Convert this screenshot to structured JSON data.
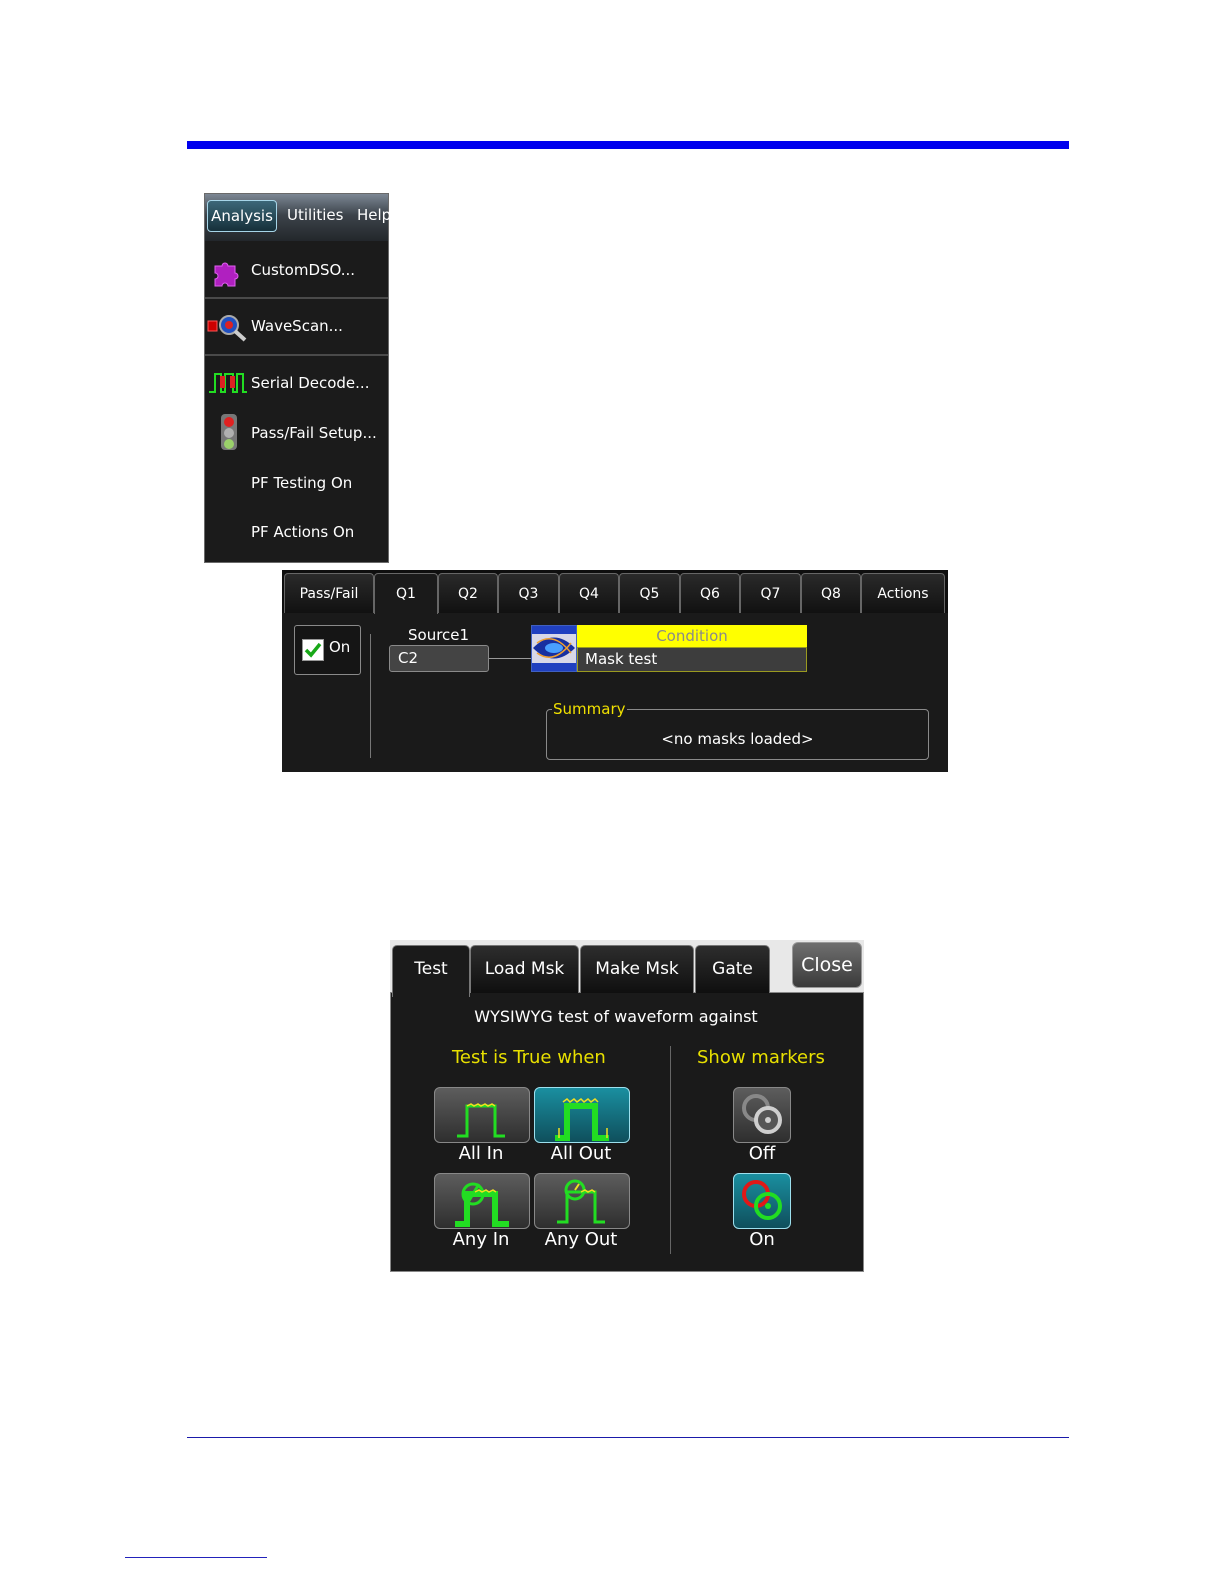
{
  "analysis_menu": {
    "menubar": [
      "Analysis",
      "Utilities",
      "Help"
    ],
    "items": [
      "CustomDSO...",
      "WaveScan...",
      "Serial Decode...",
      "Pass/Fail Setup...",
      "PF Testing On",
      "PF Actions On"
    ]
  },
  "passfail": {
    "tabs": [
      "Pass/Fail",
      "Q1",
      "Q2",
      "Q3",
      "Q4",
      "Q5",
      "Q6",
      "Q7",
      "Q8",
      "Actions"
    ],
    "active_tab": "Q1",
    "on_label": "On",
    "on_checked": true,
    "source_label": "Source1",
    "source_value": "C2",
    "condition_label": "Condition",
    "condition_value": "Mask test",
    "summary_label": "Summary",
    "summary_value": "<no masks loaded>"
  },
  "mask_test": {
    "tabs": [
      "Test",
      "Load Msk",
      "Make Msk",
      "Gate"
    ],
    "active_tab": "Test",
    "close_label": "Close",
    "description": "WYSIWYG test of waveform against",
    "test_true_heading": "Test is True when",
    "show_markers_heading": "Show markers",
    "test_options": [
      "All In",
      "All Out",
      "Any In",
      "Any Out"
    ],
    "selected_test": "All Out",
    "marker_options": [
      "Off",
      "On"
    ],
    "selected_marker": "On",
    "colors": {
      "accent_yellow": "#e8e000",
      "selected_teal": "#1a8fa0",
      "trace_green": "#22dd22"
    }
  }
}
